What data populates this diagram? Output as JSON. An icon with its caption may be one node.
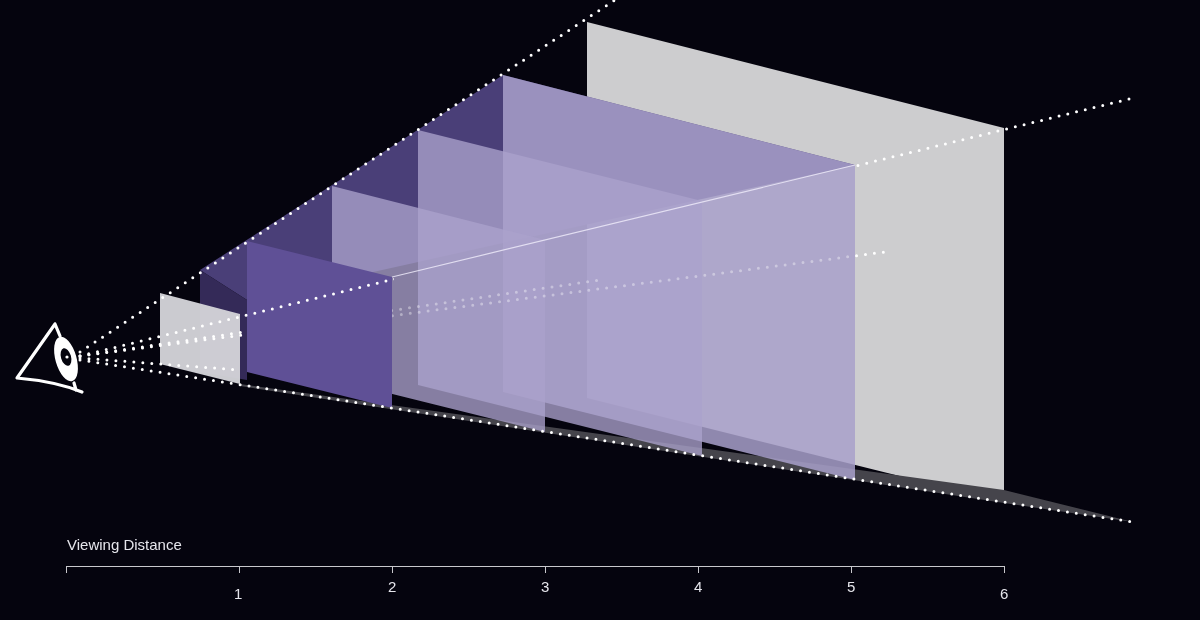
{
  "diagram": {
    "labels": [
      "Viewing Distance",
      "1",
      "2",
      "3",
      "4",
      "5",
      "6"
    ]
  }
}
